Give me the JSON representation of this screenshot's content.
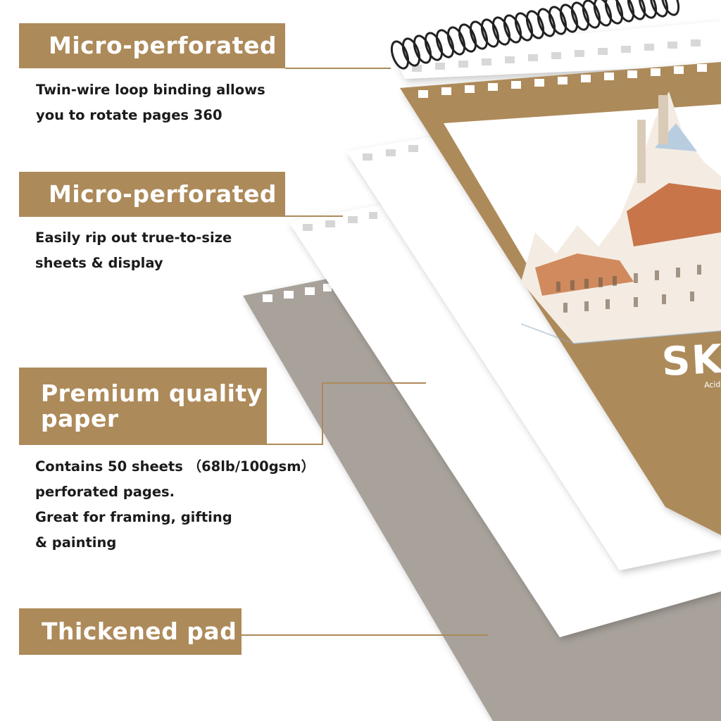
{
  "colors": {
    "accent": "#ad8a5a",
    "board_gray": "#a8a29b",
    "paper_white": "#ffffff",
    "wire_black": "#222222",
    "text_dark": "#1b1b1b"
  },
  "features": [
    {
      "title": "Micro-perforated",
      "lines": [
        "Twin-wire loop binding allows",
        "you to rotate pages 360"
      ]
    },
    {
      "title": "Micro-perforated",
      "lines": [
        "Easily rip out true-to-size",
        "sheets & display"
      ]
    },
    {
      "title_lines": [
        "Premium quality",
        "paper"
      ],
      "lines": [
        "Contains 50 sheets （68lb/100gsm）",
        "perforated pages.",
        "Great for framing, gifting",
        "& painting"
      ]
    },
    {
      "title": "Thickened pad",
      "lines": []
    }
  ],
  "cover": {
    "title": "SK",
    "subtitle": "Acid"
  },
  "icons": [
    "spiral-binding-icon",
    "sketch-illustration"
  ]
}
